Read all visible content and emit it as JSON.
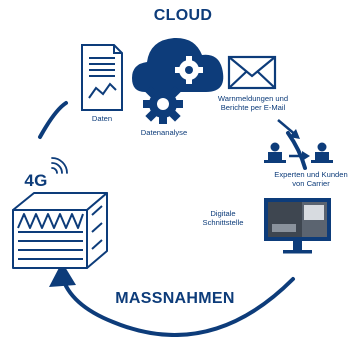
{
  "labels": {
    "cloud": "CLOUD",
    "daten": "Daten",
    "datenanalyse": "Datenanalyse",
    "warnmeldungen": "Warnmeldungen und Berichte per E-Mail",
    "experten": "Experten und Kunden von Carrier",
    "digitale": "Digitale Schnittstelle",
    "net": "4G",
    "massnahmen": "MASSNAHMEN"
  },
  "icons": [
    "document-chart-icon",
    "cloud-gears-icon",
    "gear-icon",
    "envelope-icon",
    "people-transfer-icon",
    "monitor-icon",
    "signal-icon",
    "chiller-unit-icon"
  ],
  "colors": {
    "primary": "#0d3c7a",
    "background": "#ffffff"
  }
}
